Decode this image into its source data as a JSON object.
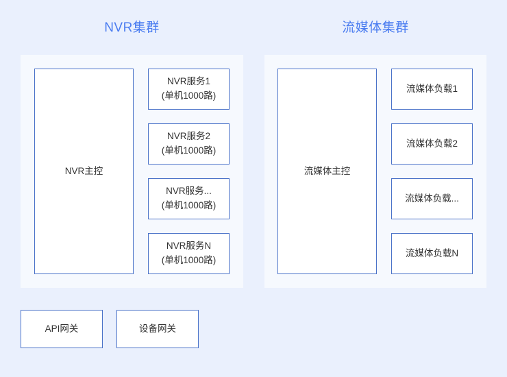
{
  "diagram": {
    "background_color": "#eaf0fd",
    "panel_color": "#f6f9fe",
    "box_border_color": "#4a72c8",
    "title_color": "#4a7cf0",
    "text_color": "#333333"
  },
  "clusters": [
    {
      "title": "NVR集群",
      "master": {
        "label": "NVR主控"
      },
      "nodes": [
        {
          "line1": "NVR服务1",
          "line2": "(单机1000路)"
        },
        {
          "line1": "NVR服务2",
          "line2": "(单机1000路)"
        },
        {
          "line1": "NVR服务...",
          "line2": "(单机1000路)"
        },
        {
          "line1": "NVR服务N",
          "line2": "(单机1000路)"
        }
      ]
    },
    {
      "title": "流媒体集群",
      "master": {
        "label": "流媒体主控"
      },
      "nodes": [
        {
          "line1": "流媒体负载1",
          "line2": ""
        },
        {
          "line1": "流媒体负载2",
          "line2": ""
        },
        {
          "line1": "流媒体负载...",
          "line2": ""
        },
        {
          "line1": "流媒体负载N",
          "line2": ""
        }
      ]
    }
  ],
  "gateways": [
    {
      "label": "API网关"
    },
    {
      "label": "设备网关"
    }
  ]
}
